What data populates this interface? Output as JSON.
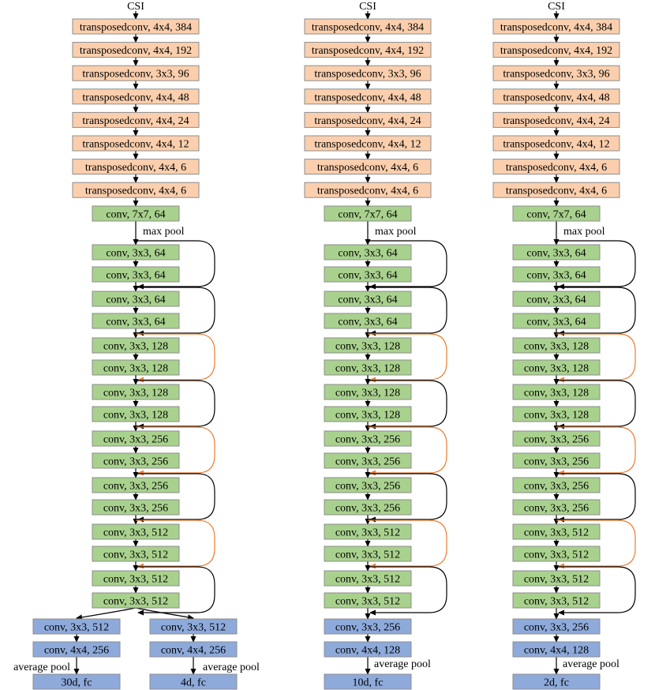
{
  "diagram": {
    "colors": {
      "transposed": "#fbcfad",
      "conv": "#a9d18e",
      "head": "#8eaadb",
      "skip_identity": "#000000",
      "skip_projection": "#ed7d31"
    },
    "input_label": "CSI",
    "transposed_layers": [
      "transposedconv, 4x4, 384",
      "transposedconv, 4x4, 192",
      "transposedconv, 3x3, 96",
      "transposedconv, 4x4, 48",
      "transposedconv, 4x4, 24",
      "transposedconv, 4x4, 12",
      "transposedconv, 4x4, 6",
      "transposedconv, 4x4, 6"
    ],
    "stem": "conv, 7x7, 64",
    "max_pool_label": "max pool",
    "res_blocks": [
      {
        "layers": [
          "conv, 3x3, 64",
          "conv, 3x3, 64"
        ],
        "skip": "identity"
      },
      {
        "layers": [
          "conv, 3x3, 64",
          "conv, 3x3, 64"
        ],
        "skip": "identity"
      },
      {
        "layers": [
          "conv, 3x3, 128",
          "conv, 3x3, 128"
        ],
        "skip": "projection"
      },
      {
        "layers": [
          "conv, 3x3, 128",
          "conv, 3x3, 128"
        ],
        "skip": "identity"
      },
      {
        "layers": [
          "conv, 3x3, 256",
          "conv, 3x3, 256"
        ],
        "skip": "projection"
      },
      {
        "layers": [
          "conv, 3x3, 256",
          "conv, 3x3, 256"
        ],
        "skip": "identity"
      },
      {
        "layers": [
          "conv, 3x3, 512",
          "conv, 3x3, 512"
        ],
        "skip": "projection"
      },
      {
        "layers": [
          "conv, 3x3, 512",
          "conv, 3x3, 512"
        ],
        "skip": "identity"
      }
    ],
    "avg_pool_label": "average pool",
    "net1_heads": [
      {
        "layers": [
          "conv, 3x3, 512",
          "conv, 4x4, 256"
        ],
        "fc": "30d, fc"
      },
      {
        "layers": [
          "conv, 3x3, 512",
          "conv, 4x4, 256"
        ],
        "fc": "4d, fc"
      }
    ],
    "net2_head": {
      "layers": [
        "conv, 3x3, 256",
        "conv, 4x4, 128"
      ],
      "fc": "10d, fc"
    },
    "net3_head": {
      "layers": [
        "conv, 3x3, 256",
        "conv, 4x4, 128"
      ],
      "fc": "2d, fc"
    }
  }
}
